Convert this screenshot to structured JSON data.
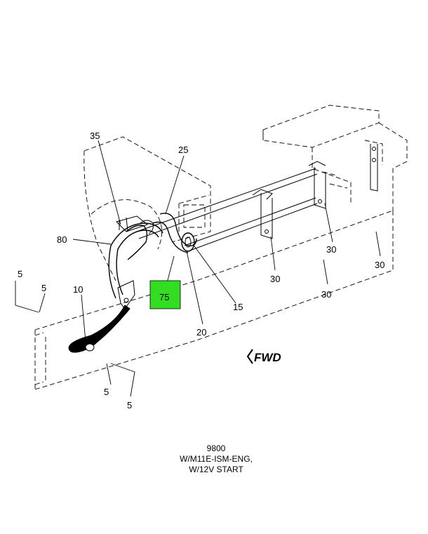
{
  "callouts": {
    "c35": "35",
    "c25": "25",
    "c80": "80",
    "c10": "10",
    "c5a": "5",
    "c5b": "5",
    "c5c": "5",
    "c5d": "5",
    "c75": "75",
    "c20": "20",
    "c15": "15",
    "c30a": "30",
    "c30b": "30",
    "c30c": "30",
    "c30d": "30"
  },
  "highlight": {
    "label": "75",
    "color": "#33dd22"
  },
  "direction": {
    "label": "FWD"
  },
  "caption": {
    "line1": "9800",
    "line2": "W/M11E-ISM-ENG,",
    "line3": "W/12V START"
  }
}
